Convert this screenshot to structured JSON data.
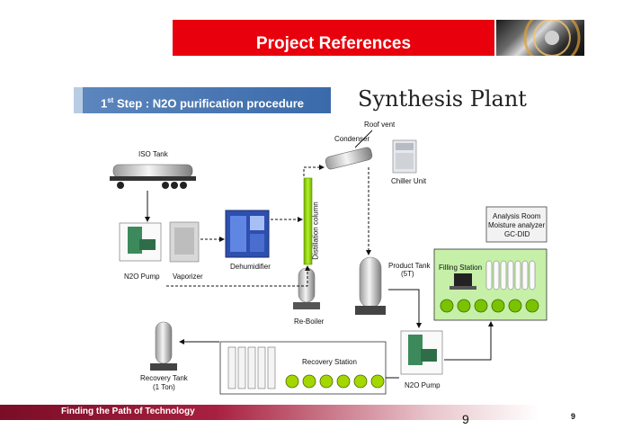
{
  "header": {
    "title": "Project References"
  },
  "step_banner": {
    "prefix": "1",
    "sup": "st",
    "text": " Step : N2O purification procedure"
  },
  "plant_title": "Synthesis Plant",
  "labels": {
    "iso_tank": "ISO Tank",
    "n2o_pump_left": "N2O Pump",
    "vaporizer": "Vaporizer",
    "dehumidifier": "Dehumidifier",
    "distillation_column": "Distillation column",
    "condenser": "Condenser",
    "roof_vent": "Roof vent",
    "chiller_unit": "Chiller Unit",
    "re_boiler": "Re-Boiler",
    "product_tank_1": "Product Tank",
    "product_tank_2": "(5T)",
    "analysis_room_1": "Analysis Room",
    "analysis_room_2": "Moisture analyzer",
    "analysis_room_3": "GC-DID",
    "filling_station": "Filling Station",
    "recovery_station": "Recovery Station",
    "recovery_tank_1": "Recovery Tank",
    "recovery_tank_2": "(1 Ton)",
    "n2o_pump_right": "N2O Pump"
  },
  "footer": {
    "text": "Finding the Path of Technology",
    "page_center": "9",
    "page_right": "9"
  },
  "colors": {
    "header_red": "#e8000c",
    "banner_blue": "#3a6aaa",
    "footer_maroon": "#7a0d27",
    "station_green": "#c6f0a8",
    "column_green": "#8fd400"
  }
}
